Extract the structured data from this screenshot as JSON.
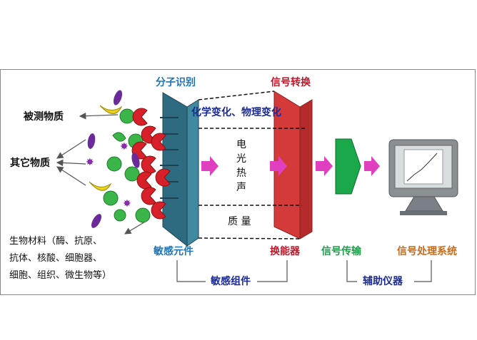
{
  "labels": {
    "molecular_recognition": "分子识别",
    "signal_conversion": "信号转换",
    "chem_phys_change": "化学变化、物理变化",
    "analyte": "被测物质",
    "other_substances": "其它物质",
    "bio_material_lines": [
      "生物材料（酶、抗原、",
      "抗体、核酸、细胞器、",
      "细胞、组织、微生物等）"
    ],
    "sensitive_element": "敏感元件",
    "transducer": "换能器",
    "signal_transmission": "信号传输",
    "signal_processing": "信号处理系统",
    "sensitive_component": "敏感组件",
    "auxiliary_instrument": "辅助仪器",
    "signals_vertical": [
      "电",
      "光",
      "热",
      "声"
    ],
    "mass": "质 量"
  },
  "colors": {
    "sensitive_element": "#2e6b80",
    "transducer": "#d43a3a",
    "arrow": "#e040c0",
    "transmission": "#1aa84a",
    "red_receptor": "#d8202a"
  }
}
